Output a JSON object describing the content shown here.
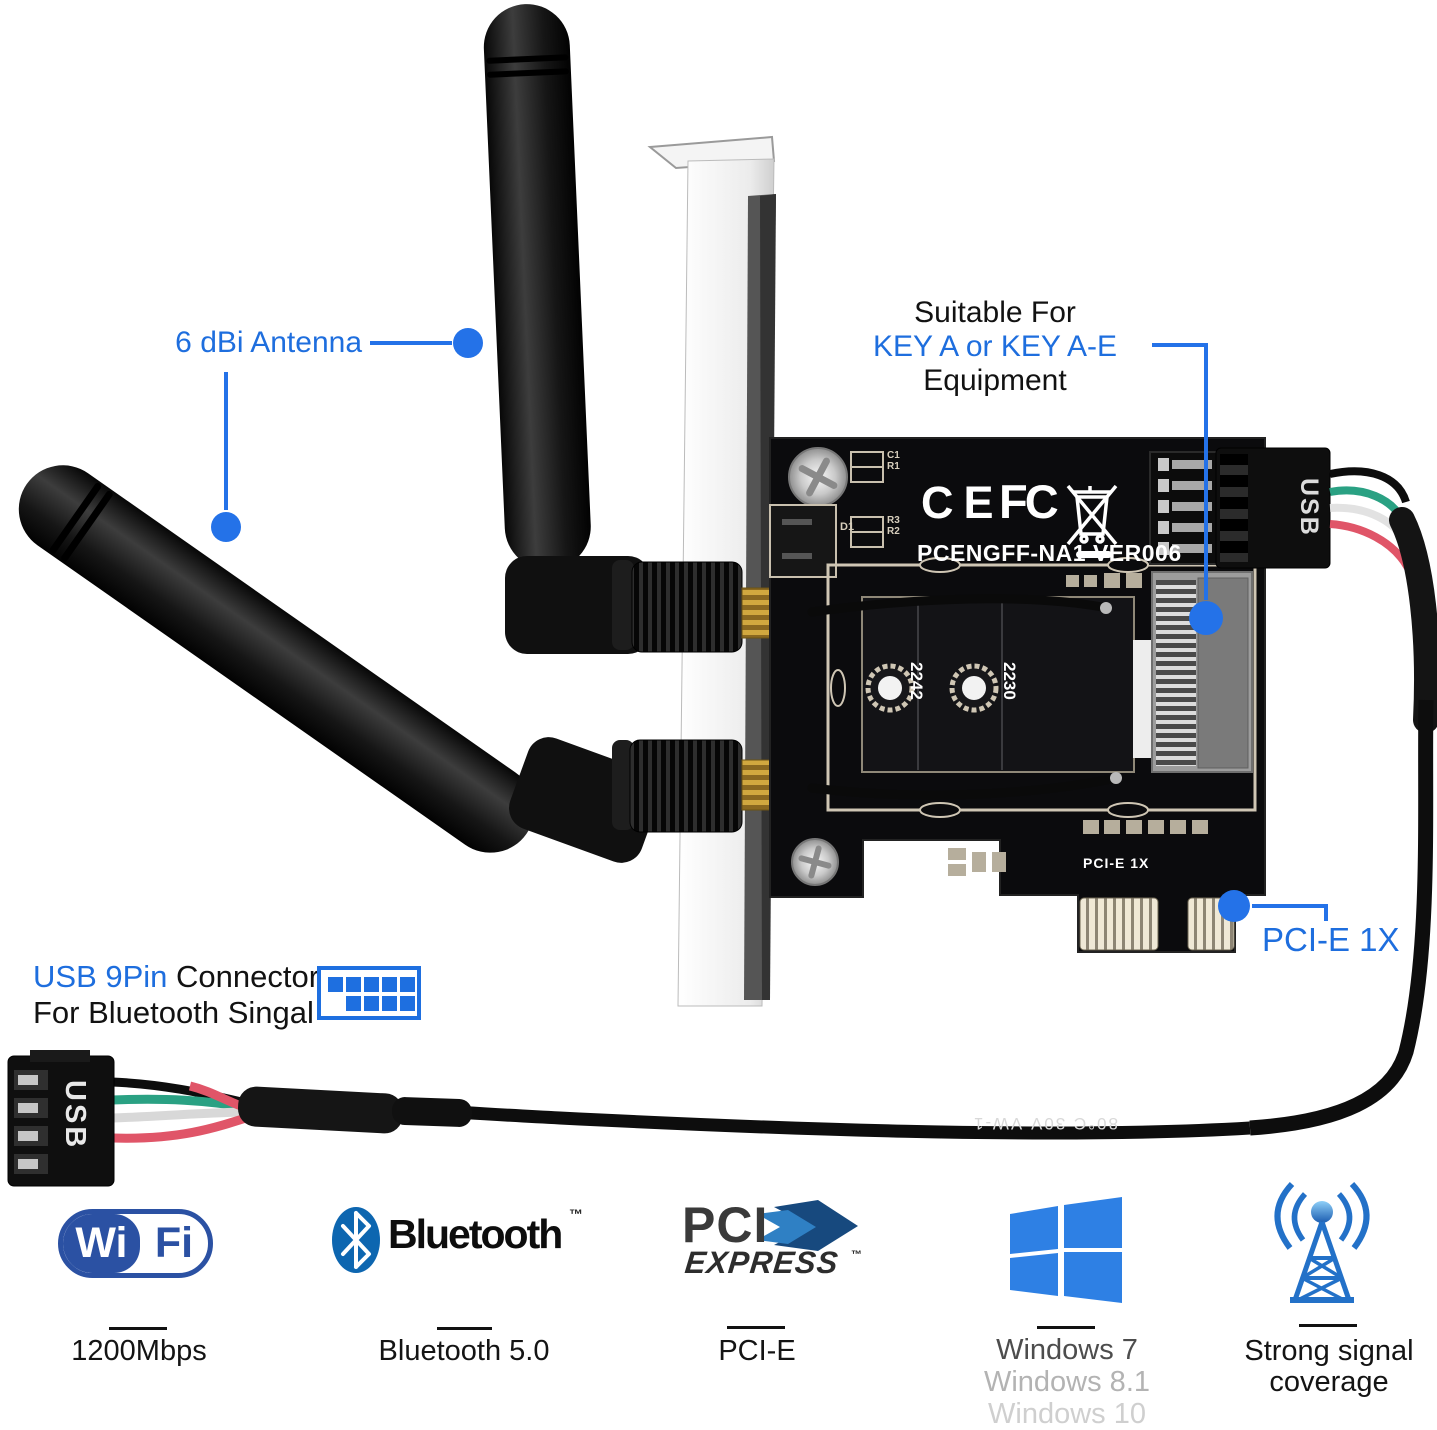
{
  "annotations": {
    "antenna": {
      "label": "6 dBi Antenna"
    },
    "m2key": {
      "line1": "Suitable For",
      "line2": "KEY A  or KEY A-E",
      "line3": "Equipment"
    },
    "pcie": {
      "label": "PCI-E 1X"
    },
    "usb9pin": {
      "highlight": "USB 9Pin",
      "rest": " Connector",
      "line2": "For Bluetooth Singal"
    }
  },
  "board": {
    "model": "PCENGFF-NA1 VER006",
    "ce_mark": "CE",
    "fcc_mark": "FC",
    "slot_2242": "2242",
    "slot_2230": "2230",
    "pcie_silk": "PCI-E 1X",
    "c1": "C1",
    "r1": "R1",
    "r3": "R3",
    "r2": "R2",
    "d1": "D1"
  },
  "connectors": {
    "plug_label": "USB",
    "female_label": "USB"
  },
  "cable": {
    "print": "80°C  30V  VW-1"
  },
  "features": {
    "wifi": {
      "logo_left": "Wi",
      "logo_right": "Fi",
      "caption": "1200Mbps"
    },
    "bluetooth": {
      "logo_text": "Bluetooth",
      "tm": "™",
      "caption": "Bluetooth 5.0"
    },
    "pci_express": {
      "logo_line1": "PCI",
      "logo_line2": "EXPRESS",
      "tm": "™",
      "caption": "PCI-E"
    },
    "windows": {
      "caption1": "Windows 7",
      "caption2": "Windows 8.1",
      "caption3": "Windows 10"
    },
    "signal": {
      "caption1": "Strong signal",
      "caption2": "coverage"
    }
  },
  "colors": {
    "callout_blue": "#2472e8",
    "annotation_text_blue": "#1e6ede",
    "wifi_logo_blue": "#2b51a3",
    "bluetooth_blue": "#0d66b0",
    "windows_blue": "#2e80e4",
    "pcb_black": "#0b0b0d",
    "silkscreen": "#cfc6b4",
    "gold_fingers": "#efe8d6"
  }
}
